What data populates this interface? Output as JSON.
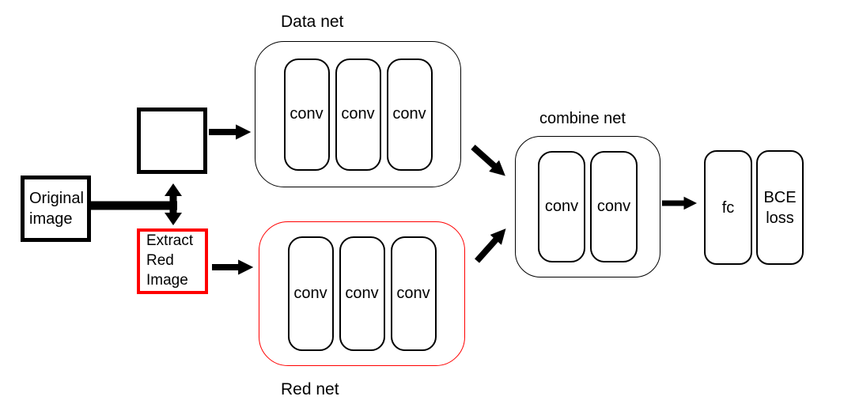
{
  "diagram": {
    "original_image": {
      "lines": [
        "Original",
        "image"
      ]
    },
    "extract_red": {
      "lines": [
        "Extract",
        "Red",
        "Image"
      ]
    },
    "data_net": {
      "label": "Data net",
      "layers": [
        "conv",
        "conv",
        "conv"
      ]
    },
    "red_net": {
      "label": "Red net",
      "layers": [
        "conv",
        "conv",
        "conv"
      ]
    },
    "combine_net": {
      "label": "combine net",
      "layers": [
        "conv",
        "conv"
      ]
    },
    "fc": {
      "label": "fc"
    },
    "bce_loss": {
      "lines": [
        "BCE",
        "loss"
      ]
    },
    "colors": {
      "stroke_black": "#000000",
      "stroke_red": "#ff0000",
      "background": "#ffffff"
    }
  }
}
